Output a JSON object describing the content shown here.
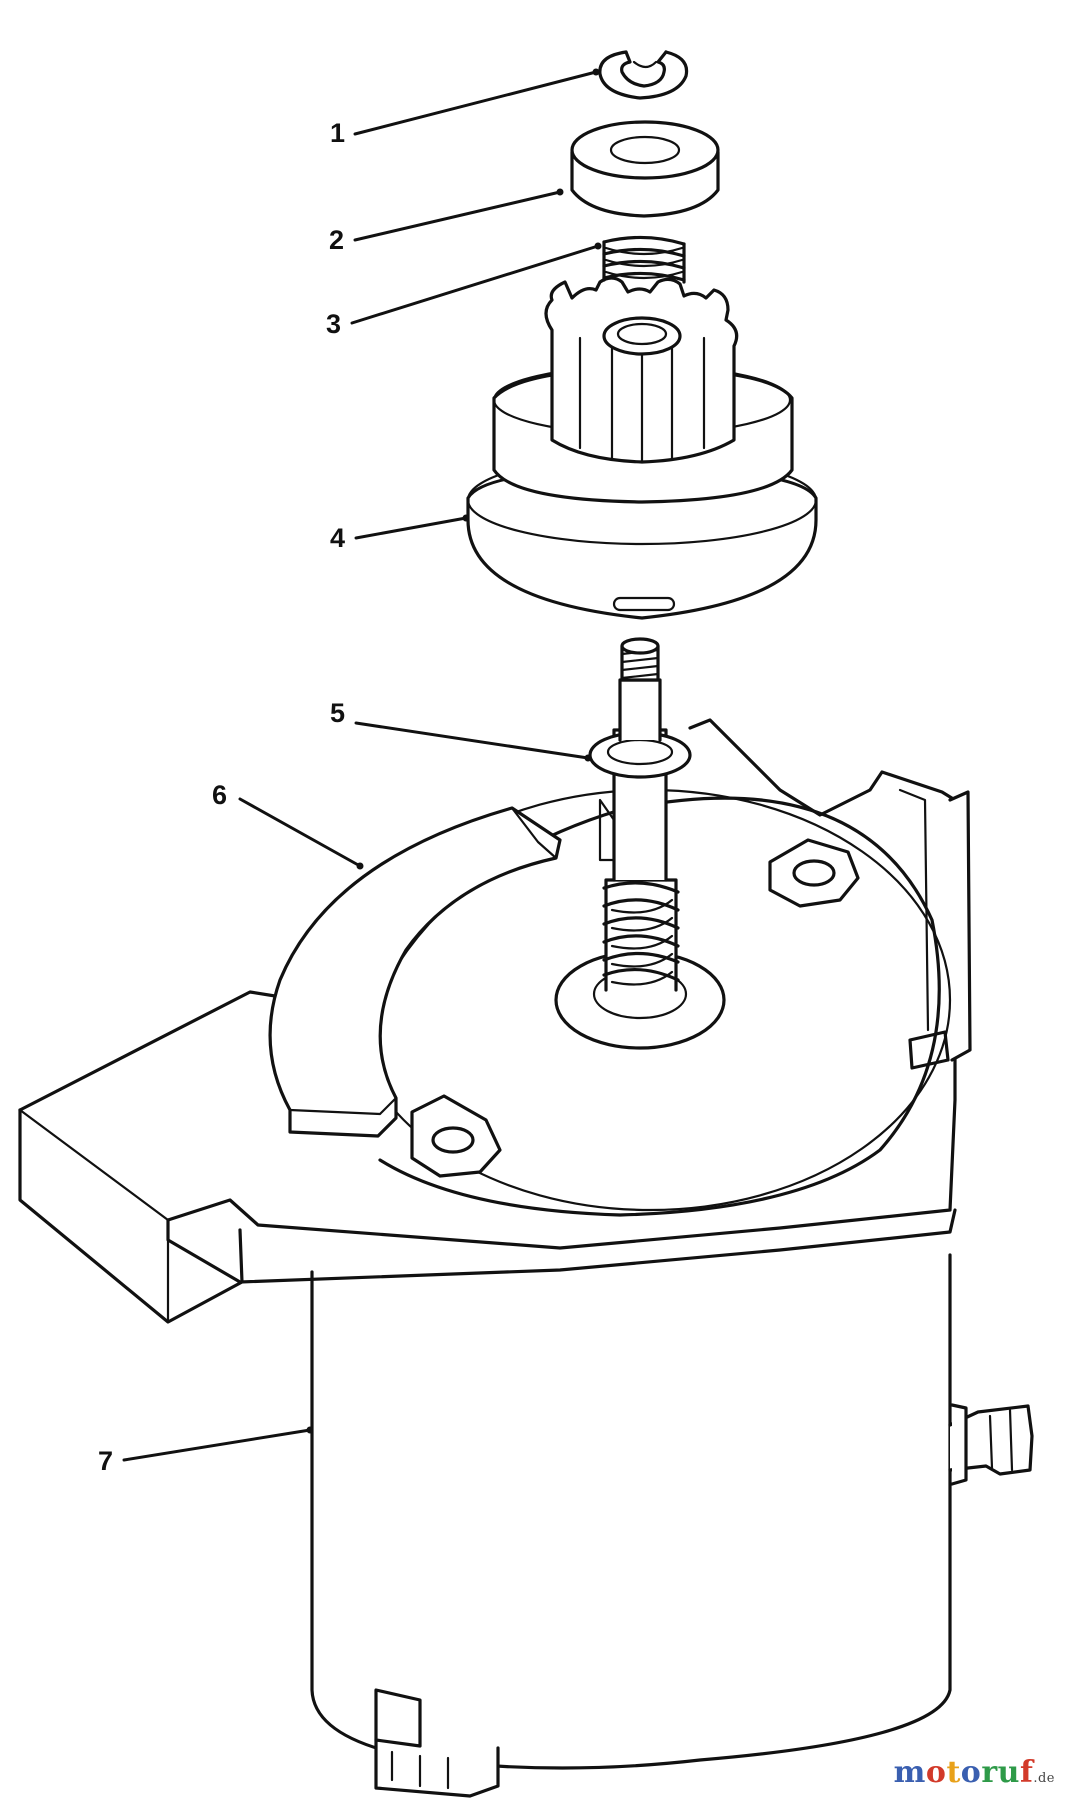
{
  "callouts": [
    {
      "id": "1",
      "label": "1"
    },
    {
      "id": "2",
      "label": "2"
    },
    {
      "id": "3",
      "label": "3"
    },
    {
      "id": "4",
      "label": "4"
    },
    {
      "id": "5",
      "label": "5"
    },
    {
      "id": "6",
      "label": "6"
    },
    {
      "id": "7",
      "label": "7"
    }
  ],
  "watermark": {
    "brand": "motoruf",
    "suffix": ".de",
    "colors": [
      "#3a5fb0",
      "#d23a2a",
      "#e8a11a",
      "#3a5fb0",
      "#2e9a48",
      "#2e9a48",
      "#d23a2a"
    ]
  }
}
